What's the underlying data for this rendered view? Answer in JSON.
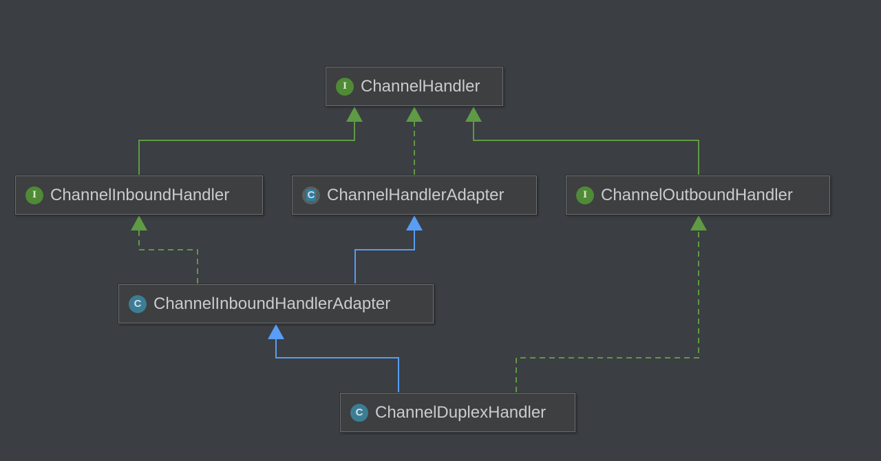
{
  "diagram": {
    "nodes": [
      {
        "id": "channel-handler",
        "label": "ChannelHandler",
        "kind": "interface",
        "badge": "I"
      },
      {
        "id": "channel-inbound-handler",
        "label": "ChannelInboundHandler",
        "kind": "interface",
        "badge": "I"
      },
      {
        "id": "channel-handler-adapter",
        "label": "ChannelHandlerAdapter",
        "kind": "abstract-class",
        "badge": "C"
      },
      {
        "id": "channel-outbound-handler",
        "label": "ChannelOutboundHandler",
        "kind": "interface",
        "badge": "I"
      },
      {
        "id": "channel-inbound-handler-adapter",
        "label": "ChannelInboundHandlerAdapter",
        "kind": "class",
        "badge": "C"
      },
      {
        "id": "channel-duplex-handler",
        "label": "ChannelDuplexHandler",
        "kind": "class",
        "badge": "C"
      }
    ],
    "edges": [
      {
        "from": "channel-inbound-handler",
        "to": "channel-handler",
        "type": "extends-interface"
      },
      {
        "from": "channel-handler-adapter",
        "to": "channel-handler",
        "type": "implements"
      },
      {
        "from": "channel-outbound-handler",
        "to": "channel-handler",
        "type": "extends-interface"
      },
      {
        "from": "channel-inbound-handler-adapter",
        "to": "channel-inbound-handler",
        "type": "implements"
      },
      {
        "from": "channel-inbound-handler-adapter",
        "to": "channel-handler-adapter",
        "type": "extends-class"
      },
      {
        "from": "channel-duplex-handler",
        "to": "channel-inbound-handler-adapter",
        "type": "extends-class"
      },
      {
        "from": "channel-duplex-handler",
        "to": "channel-outbound-handler",
        "type": "implements"
      }
    ],
    "colors": {
      "background": "#3b3e42",
      "interface_edge": "#5f9a45",
      "class_edge": "#589df6",
      "interface_badge": "#4f8a36",
      "class_badge": "#3d7d93"
    }
  }
}
